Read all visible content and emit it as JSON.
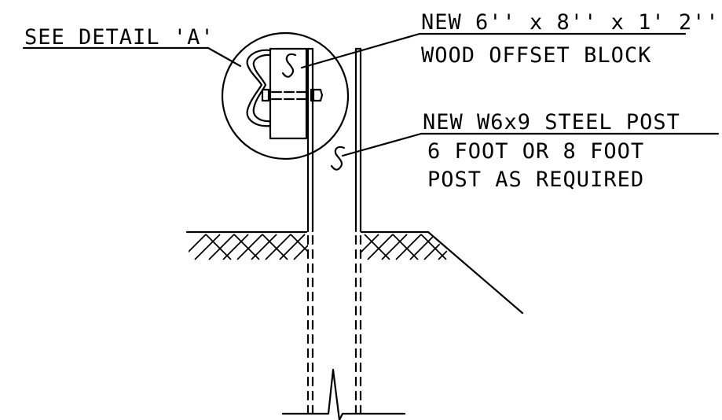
{
  "labels": {
    "see_detail": "SEE DETAIL 'A'",
    "block_line1": "NEW 6'' x 8'' x 1' 2''",
    "block_line2": "WOOD OFFSET BLOCK",
    "post_line1": "NEW W6x9 STEEL POST",
    "post_line2": "6 FOOT OR 8 FOOT",
    "post_line3": "POST AS REQUIRED"
  },
  "colors": {
    "ink": "#000000",
    "paper": "#ffffff"
  }
}
